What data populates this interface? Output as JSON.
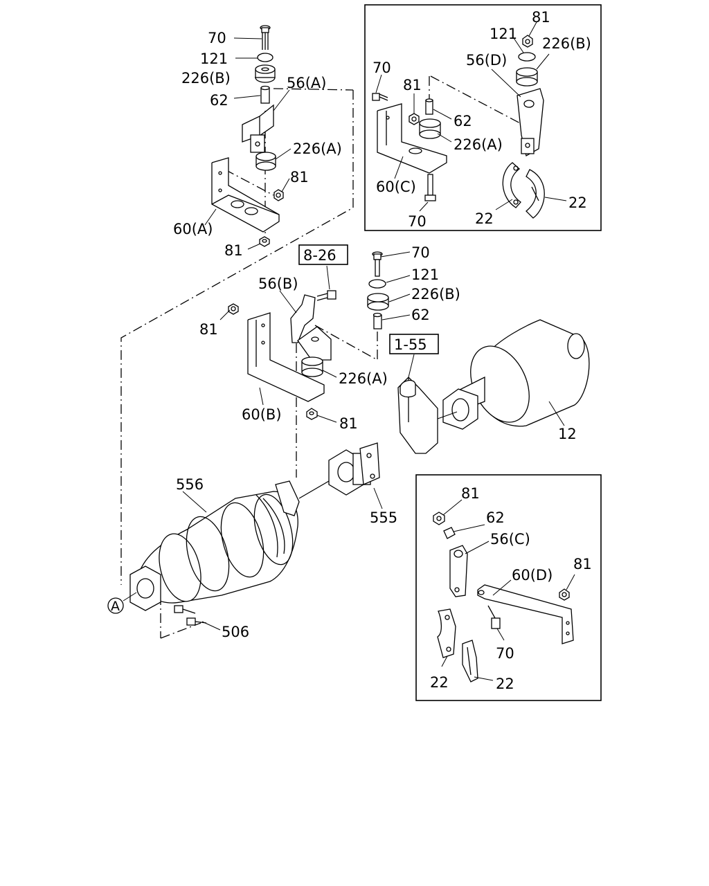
{
  "labels": {
    "p70_a": "70",
    "p121_a": "121",
    "p226b_a": "226(B)",
    "p62_a": "62",
    "p56a": "56(A)",
    "p226a_a": "226(A)",
    "p81_a1": "81",
    "p60a": "60(A)",
    "p81_a2": "81",
    "p81_d1": "81",
    "p121_d": "121",
    "p226b_d": "226(B)",
    "p56d": "56(D)",
    "p70_c1": "70",
    "p81_c": "81",
    "p62_c": "62",
    "p226a_c": "226(A)",
    "p60c": "60(C)",
    "p70_c2": "70",
    "p22_c1": "22",
    "p22_c2": "22",
    "ref_826": "8-26",
    "p70_b": "70",
    "p121_b": "121",
    "p226b_b": "226(B)",
    "p62_b": "62",
    "p56b": "56(B)",
    "p81_b1": "81",
    "p226a_b": "226(A)",
    "p60b": "60(B)",
    "p81_b2": "81",
    "ref_155": "1-55",
    "p12": "12",
    "p556": "556",
    "p555": "555",
    "p506": "506",
    "view_a": "A",
    "p81_e1": "81",
    "p62_e": "62",
    "p56c": "56(C)",
    "p60d": "60(D)",
    "p81_e2": "81",
    "p70_e": "70",
    "p22_e1": "22",
    "p22_e2": "22"
  }
}
